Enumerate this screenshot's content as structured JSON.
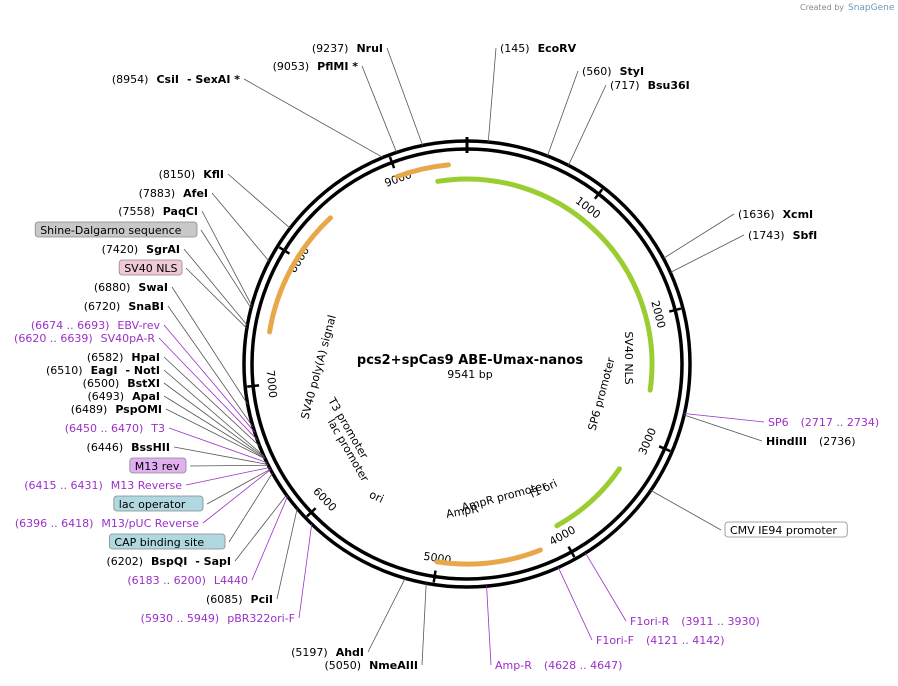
{
  "plasmid": {
    "name": "pcs2+spCas9 ABE-Umax-nanos",
    "length": "9541 bp",
    "total_bp": 9541
  },
  "credit": {
    "prefix": "Created by",
    "brand": "SnapGene"
  },
  "ticks": [
    {
      "pos": 1000,
      "label": "1000"
    },
    {
      "pos": 2000,
      "label": "2000"
    },
    {
      "pos": 3000,
      "label": "3000"
    },
    {
      "pos": 4000,
      "label": "4000"
    },
    {
      "pos": 5000,
      "label": "5000"
    },
    {
      "pos": 6000,
      "label": "6000"
    },
    {
      "pos": 7000,
      "label": "7000"
    },
    {
      "pos": 8000,
      "label": "8000"
    },
    {
      "pos": 9000,
      "label": "9000"
    }
  ],
  "labels": [
    {
      "id": "nrui",
      "num": "(9237)",
      "name": "NruI",
      "site": 9237
    },
    {
      "id": "ecorv",
      "num": "(145)",
      "name": "EcoRV",
      "site": 145
    },
    {
      "id": "pflmi",
      "num": "(9053)",
      "name": "PflMI *",
      "site": 9053
    },
    {
      "id": "styi",
      "num": "(560)",
      "name": "StyI",
      "site": 560
    },
    {
      "id": "csii",
      "num": "(8954)",
      "name": "CsiI",
      "extra": "- SexAI *",
      "site": 8954
    },
    {
      "id": "bsu36i",
      "num": "(717)",
      "name": "Bsu36I",
      "site": 717
    },
    {
      "id": "kfli",
      "num": "(8150)",
      "name": "KflI",
      "site": 8150
    },
    {
      "id": "afei",
      "num": "(7883)",
      "name": "AfeI",
      "site": 7883
    },
    {
      "id": "xcmi",
      "num": "(1636)",
      "name": "XcmI",
      "site": 1636
    },
    {
      "id": "paqci",
      "num": "(7558)",
      "name": "PaqCI",
      "site": 7558
    },
    {
      "id": "sbfi",
      "num": "(1743)",
      "name": "SbfI",
      "site": 1743
    },
    {
      "id": "shine",
      "box": "Shine-Dalgarno sequence",
      "style": "gray",
      "site": 7540
    },
    {
      "id": "sgrai",
      "num": "(7420)",
      "name": "SgrAI",
      "site": 7420
    },
    {
      "id": "sv40nls",
      "box": "SV40 NLS",
      "style": "pink",
      "site": 7400
    },
    {
      "id": "swai",
      "num": "(6880)",
      "name": "SwaI",
      "site": 6880
    },
    {
      "id": "snabi",
      "num": "(6720)",
      "name": "SnaBI",
      "site": 6720
    },
    {
      "id": "ebvrev",
      "num": "(6674 .. 6693)",
      "name": "EBV-rev",
      "primer": true,
      "site": 6683
    },
    {
      "id": "sv40pa",
      "num": "(6620 .. 6639)",
      "name": "SV40pA-R",
      "primer": true,
      "site": 6630
    },
    {
      "id": "hpai",
      "num": "(6582)",
      "name": "HpaI",
      "site": 6582
    },
    {
      "id": "eagi",
      "num": "(6510)",
      "name": "EagI",
      "extra": "- NotI",
      "site": 6510
    },
    {
      "id": "bstxi",
      "num": "(6500)",
      "name": "BstXI",
      "site": 6500
    },
    {
      "id": "apai",
      "num": "(6493)",
      "name": "ApaI",
      "site": 6493
    },
    {
      "id": "pspomi",
      "num": "(6489)",
      "name": "PspOMI",
      "site": 6489
    },
    {
      "id": "sp6",
      "name": "SP6",
      "num": "(2717 .. 2734)",
      "primer": true,
      "right": true,
      "site": 2725
    },
    {
      "id": "t3",
      "num": "(6450 .. 6470)",
      "name": "T3",
      "primer": true,
      "site": 6460
    },
    {
      "id": "hindiii",
      "name": "HindIII",
      "num": "(2736)",
      "right": true,
      "site": 2736
    },
    {
      "id": "bsshii",
      "num": "(6446)",
      "name": "BssHII",
      "site": 6446
    },
    {
      "id": "m13rev",
      "box": "M13 rev",
      "style": "purple",
      "site": 6440
    },
    {
      "id": "m13reverse",
      "num": "(6415 .. 6431)",
      "name": "M13 Reverse",
      "primer": true,
      "site": 6423
    },
    {
      "id": "lacop",
      "box": "lac operator",
      "style": "teal",
      "site": 6410
    },
    {
      "id": "cmv",
      "box": "CMV IE94 promoter",
      "style": "white",
      "site": 3300
    },
    {
      "id": "m13puc",
      "num": "(6396 .. 6418)",
      "name": "M13/pUC Reverse",
      "primer": true,
      "site": 6407
    },
    {
      "id": "cap",
      "box": "CAP binding site",
      "style": "teal",
      "site": 6380
    },
    {
      "id": "bspqi",
      "num": "(6202)",
      "name": "BspQI",
      "extra": "- SapI",
      "site": 6202
    },
    {
      "id": "l4440",
      "num": "(6183 .. 6200)",
      "name": "L4440",
      "primer": true,
      "site": 6191
    },
    {
      "id": "f1orir",
      "name": "F1ori-R",
      "num": "(3911 .. 3930)",
      "primer": true,
      "right": true,
      "site": 3920
    },
    {
      "id": "pcii",
      "num": "(6085)",
      "name": "PciI",
      "site": 6085
    },
    {
      "id": "f1orif",
      "name": "F1ori-F",
      "num": "(4121 .. 4142)",
      "primer": true,
      "right": true,
      "site": 4130
    },
    {
      "id": "pbr322",
      "num": "(5930 .. 5949)",
      "name": "pBR322ori-F",
      "primer": true,
      "site": 5940
    },
    {
      "id": "ahdi",
      "num": "(5197)",
      "name": "AhdI",
      "site": 5197
    },
    {
      "id": "ampr",
      "name": "Amp-R",
      "num": "(4628 .. 4647)",
      "primer": true,
      "right": true,
      "site": 4637
    },
    {
      "id": "nmeaiii",
      "num": "(5050)",
      "name": "NmeAIII",
      "site": 5050
    }
  ],
  "inner_labels": [
    {
      "id": "sv40pa-signal",
      "text": "SV40 poly(A) signal"
    },
    {
      "id": "t3-promoter",
      "text": "T3 promoter"
    },
    {
      "id": "lac-promoter",
      "text": "lac promoter"
    },
    {
      "id": "ori",
      "text": "ori"
    },
    {
      "id": "ampr-promoter",
      "text": "AmpR promoter"
    },
    {
      "id": "ampr-feature",
      "text": "AmpR"
    },
    {
      "id": "f1-ori",
      "text": "f1 ori"
    },
    {
      "id": "sp6-promoter",
      "text": "SP6 promoter"
    },
    {
      "id": "sv40-nls-inner",
      "text": "SV40 NLS"
    }
  ],
  "colors": {
    "backbone": "#000000",
    "cds_green": "#9acd32",
    "orange": "#e8a84a",
    "ori_yellow": "#ffff00",
    "ampr_fill": "#c8f5c8",
    "primer": "#9b30c8",
    "box_gray": "#c8c8c8",
    "box_pink": "#f0c8d8",
    "box_purple": "#e0b0f0",
    "box_teal": "#b0d8e0"
  }
}
